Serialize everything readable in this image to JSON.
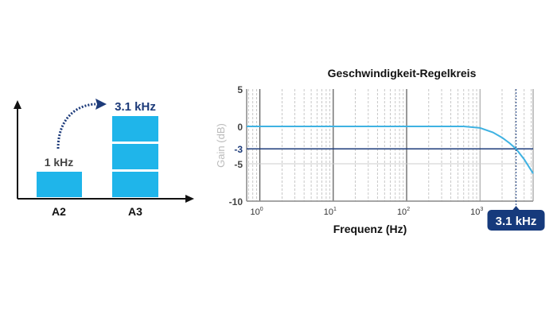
{
  "left_diagram": {
    "bars": [
      {
        "label": "A2",
        "freq_label": "1 kHz",
        "blocks": 1
      },
      {
        "label": "A3",
        "freq_label": "3.1 kHz",
        "blocks": 3
      }
    ]
  },
  "chart_data": {
    "type": "line",
    "title": "Geschwindigkeit-Regelkreis",
    "xlabel": "Frequenz (Hz)",
    "ylabel": "Gain (dB)",
    "xscale": "log",
    "xlim": [
      0.66,
      5300
    ],
    "ylim": [
      -10,
      5
    ],
    "grid": true,
    "x_ticks": [
      {
        "value": 1,
        "label": "10",
        "exp": "0"
      },
      {
        "value": 10,
        "label": "10",
        "exp": "1"
      },
      {
        "value": 100,
        "label": "10",
        "exp": "2"
      },
      {
        "value": 1000,
        "label": "10",
        "exp": "3"
      }
    ],
    "y_ticks": [
      {
        "value": 5,
        "label": "5"
      },
      {
        "value": 0,
        "label": "0"
      },
      {
        "value": -3,
        "label": "-3"
      },
      {
        "value": -5,
        "label": "-5"
      },
      {
        "value": -10,
        "label": "-10"
      }
    ],
    "series": [
      {
        "name": "Gain",
        "color": "#3fb2e2",
        "x": [
          0.66,
          10,
          100,
          600,
          1000,
          1500,
          2000,
          2500,
          3100,
          4000,
          5300
        ],
        "y": [
          0,
          0,
          0,
          0,
          -0.2,
          -0.8,
          -1.5,
          -2.2,
          -3.0,
          -4.4,
          -6.3
        ]
      }
    ],
    "reference_line": {
      "y": -3,
      "color": "#1d3b7a"
    },
    "annotation": {
      "x": 3100,
      "label": "3.1 kHz",
      "color": "#163a7c"
    }
  }
}
